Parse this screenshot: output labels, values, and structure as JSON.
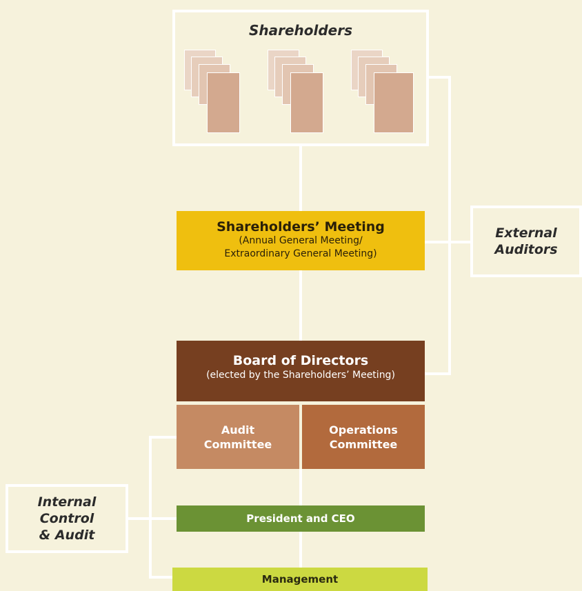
{
  "shareholders": {
    "title": "Shareholders"
  },
  "shareholders_meeting": {
    "title": "Shareholders’ Meeting",
    "subtitle_line1": "(Annual General Meeting/",
    "subtitle_line2": "Extraordinary General Meeting)"
  },
  "board": {
    "title": "Board of Directors",
    "subtitle": "(elected by the Shareholders’ Meeting)"
  },
  "audit_committee": {
    "label": "Audit\nCommittee"
  },
  "operations_committee": {
    "label": "Operations\nCommittee"
  },
  "president": {
    "label": "President and CEO"
  },
  "management": {
    "label": "Management"
  },
  "external_auditors": {
    "label": "External\nAuditors"
  },
  "internal_control": {
    "label": "Internal\nControl\n& Audit"
  },
  "colors": {
    "background": "#f6f2dc",
    "connector": "#ffffff",
    "meeting": "#efbf0f",
    "board": "#763f20",
    "audit_committee": "#c58a63",
    "operations_committee": "#b26a3d",
    "president": "#6b9234",
    "management": "#ccd941",
    "document_back": "#ead5c6",
    "document_front": "#d3a98f"
  }
}
